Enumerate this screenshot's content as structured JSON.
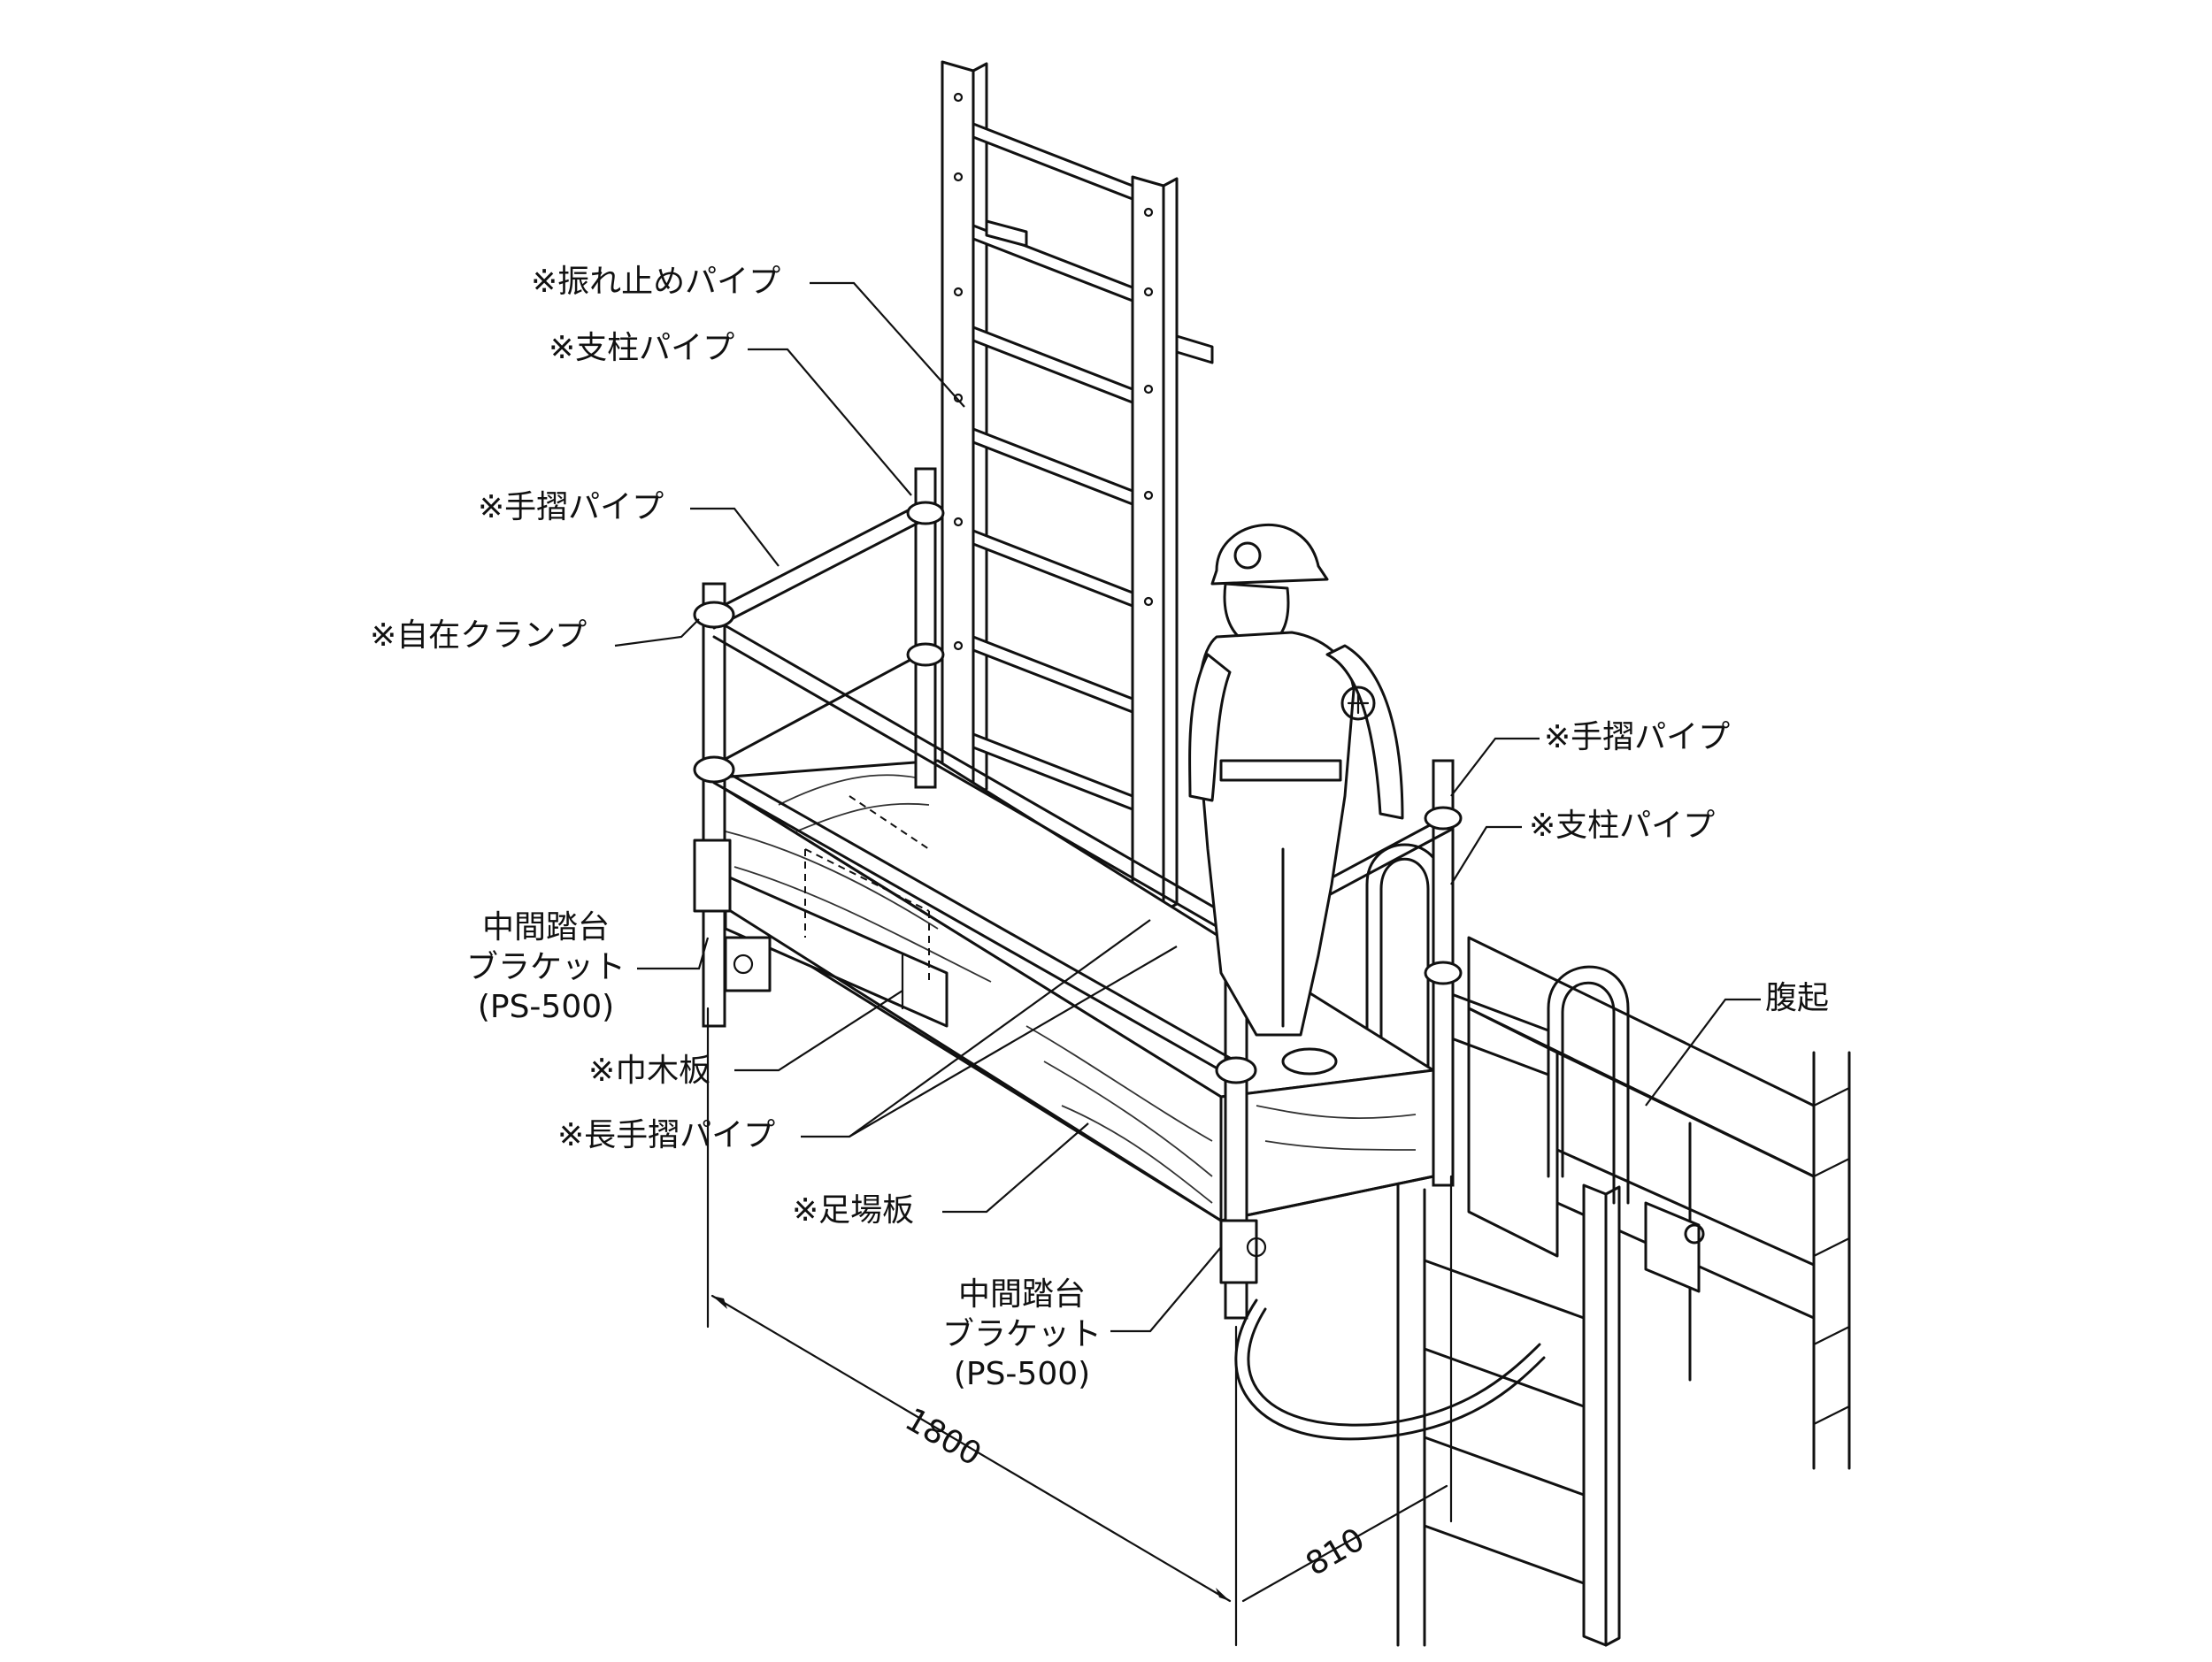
{
  "labels": {
    "sway_stop_pipe": "※振れ止めパイプ",
    "post_pipe_upper": "※支柱パイプ",
    "handrail_pipe_left": "※手摺パイプ",
    "swivel_clamp": "※自在クランプ",
    "handrail_pipe_right": "※手摺パイプ",
    "post_pipe_right": "※支柱パイプ",
    "web": "腹起",
    "bracket_left": [
      "中間踏台",
      "ブラケット",
      "(PS-500)"
    ],
    "toe_board": "※巾木板",
    "long_handrail_pipe": "※長手摺パイプ",
    "scaffold_board": "※足場板",
    "bracket_right": [
      "中間踏台",
      "ブラケット",
      "(PS-500)"
    ]
  },
  "dimensions": {
    "length": "1800",
    "width": "810"
  }
}
